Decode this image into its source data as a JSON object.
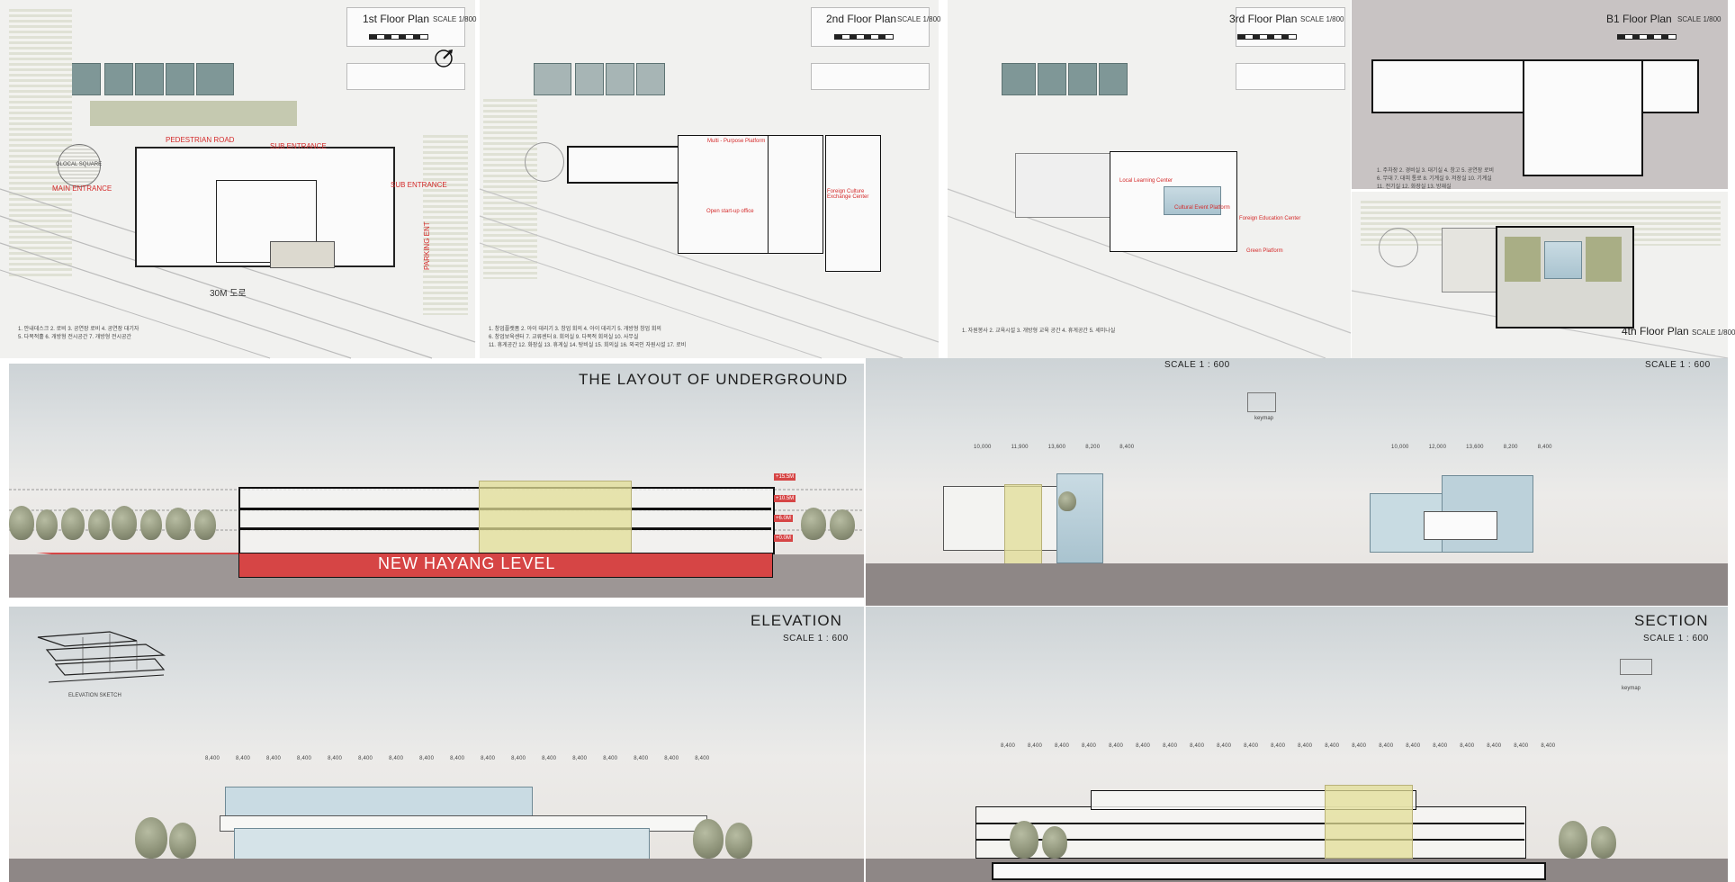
{
  "colors": {
    "accent_red": "#d42a2a",
    "plan_background": "#f1f1ef",
    "b1_background": "#c8c3c3",
    "ground": "#8e8786",
    "glass": "#a9c3cf",
    "highlight_yellow": "#e2de96"
  },
  "plans": {
    "first": {
      "title": "1st Floor Plan",
      "scale": "SCALE 1/800",
      "labels": {
        "pedestrian_road": "PEDESTRIAN ROAD",
        "sub_entrance_top": "SUB ENTRANCE",
        "main_entrance": "MAIN ENTRANCE",
        "sub_entrance_right": "SUB ENTRANCE",
        "parking_ent": "PARKING ENT",
        "road": "30M 도로",
        "square": "GLOCAL SQUARE"
      },
      "legend": "1. 안내데스크 2. 로비 3. 공연장 로비 4. 공연장 대기자\n5. 다목적홀 6. 개방형 전시공간 7. 개방형 전시공간",
      "north_icon": "north-arrow-icon"
    },
    "second": {
      "title": "2nd Floor Plan",
      "scale": "SCALE 1/800",
      "labels": {
        "multi_purpose": "Multi - Purpose Platform",
        "open_startup": "Open start-up office",
        "foreign_culture": "Foreign Culture Exchange Center"
      },
      "legend": "1. 창업플랫폼 2. 아이 데리기 3. 창업 회의 4. 아이 데리기 5. 개방형 창업 회의\n6. 창업보육센터 7. 교류센터 8. 회의실 9. 다목적 회의실 10. 사무실\n11. 휴게공간 12. 화장실 13. 휴게실 14. 탕비실 15. 회의실 16. 외국인 자원시설 17. 로비"
    },
    "third": {
      "title": "3rd Floor Plan",
      "scale": "SCALE 1/800",
      "labels": {
        "local_learning": "Local Learning Center",
        "cultural_event": "Cultural Event Platform",
        "foreign_education": "Foreign Education Center",
        "green_platform": "Green Platform"
      },
      "legend": "1. 자원봉사 2. 교육시설 3. 개방형 교육 공간 4. 휴게공간 5. 세미나실"
    },
    "b1": {
      "title": "B1 Floor Plan",
      "scale": "SCALE 1/800",
      "legend": "1. 주차장 2. 경비실 3. 대기실 4. 창고 5. 공연장 로비\n6. 무대 7. 대피 통로 8. 기계실 9. 저장실 10. 기계실\n11. 전기실 12. 화장실 13. 방재실"
    },
    "fourth": {
      "title": "4th Floor Plan",
      "scale": "SCALE 1/800"
    }
  },
  "underground": {
    "title": "THE LAYOUT OF UNDERGROUND",
    "banner": "NEW HAYANG LEVEL",
    "levels": [
      "+15.5M",
      "+10.5M",
      "+6.0M",
      "+0.0M"
    ]
  },
  "side_sections": {
    "scale_left": "SCALE 1 : 600",
    "scale_right": "SCALE 1 : 600",
    "keymap": "keymap",
    "dims_left": [
      "10,000",
      "11,900",
      "13,600",
      "8,200",
      "8,400"
    ],
    "dims_right": [
      "10,000",
      "12,000",
      "13,600",
      "8,200",
      "8,400"
    ]
  },
  "elevation": {
    "title": "ELEVATION",
    "scale": "SCALE 1 : 600",
    "sketch_caption": "ELEVATION SKETCH",
    "dims": [
      "8,400",
      "8,400",
      "8,400",
      "8,400",
      "8,400",
      "8,400",
      "8,400",
      "8,400",
      "8,400",
      "8,400",
      "8,400",
      "8,400",
      "8,400",
      "8,400",
      "8,400",
      "8,400",
      "8,400"
    ]
  },
  "section": {
    "title": "SECTION",
    "scale": "SCALE 1 : 600",
    "keymap": "keymap",
    "dims": [
      "8,400",
      "8,400",
      "8,400",
      "8,400",
      "8,400",
      "8,400",
      "8,400",
      "8,400",
      "8,400",
      "8,400",
      "8,400",
      "8,400",
      "8,400",
      "8,400",
      "8,400",
      "8,400",
      "8,400",
      "8,400",
      "8,400",
      "8,400",
      "8,400"
    ]
  }
}
